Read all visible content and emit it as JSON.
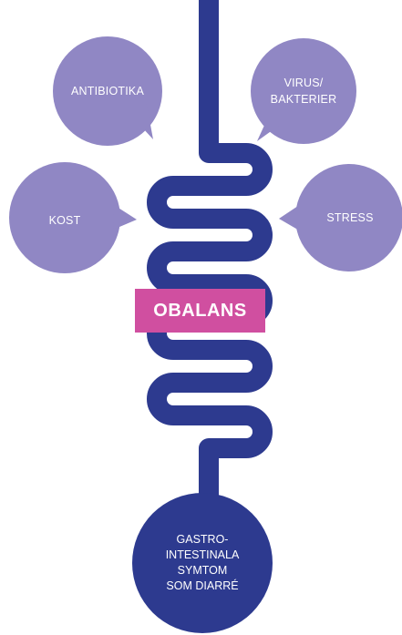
{
  "colors": {
    "intestine": "#2d3a8f",
    "bubble": "#9087c4",
    "highlight": "#d04fa0",
    "text": "#ffffff"
  },
  "factors": {
    "antibiotika": "ANTIBIOTIKA",
    "virus_bakterier": "VIRUS/\nBAKTERIER",
    "kost": "KOST",
    "stress": "STRESS"
  },
  "center": {
    "label": "OBALANS"
  },
  "outcome": {
    "label": "GASTRO-\nINTESTINALA\nSYMTOM\nSOM DIARRÉ"
  }
}
